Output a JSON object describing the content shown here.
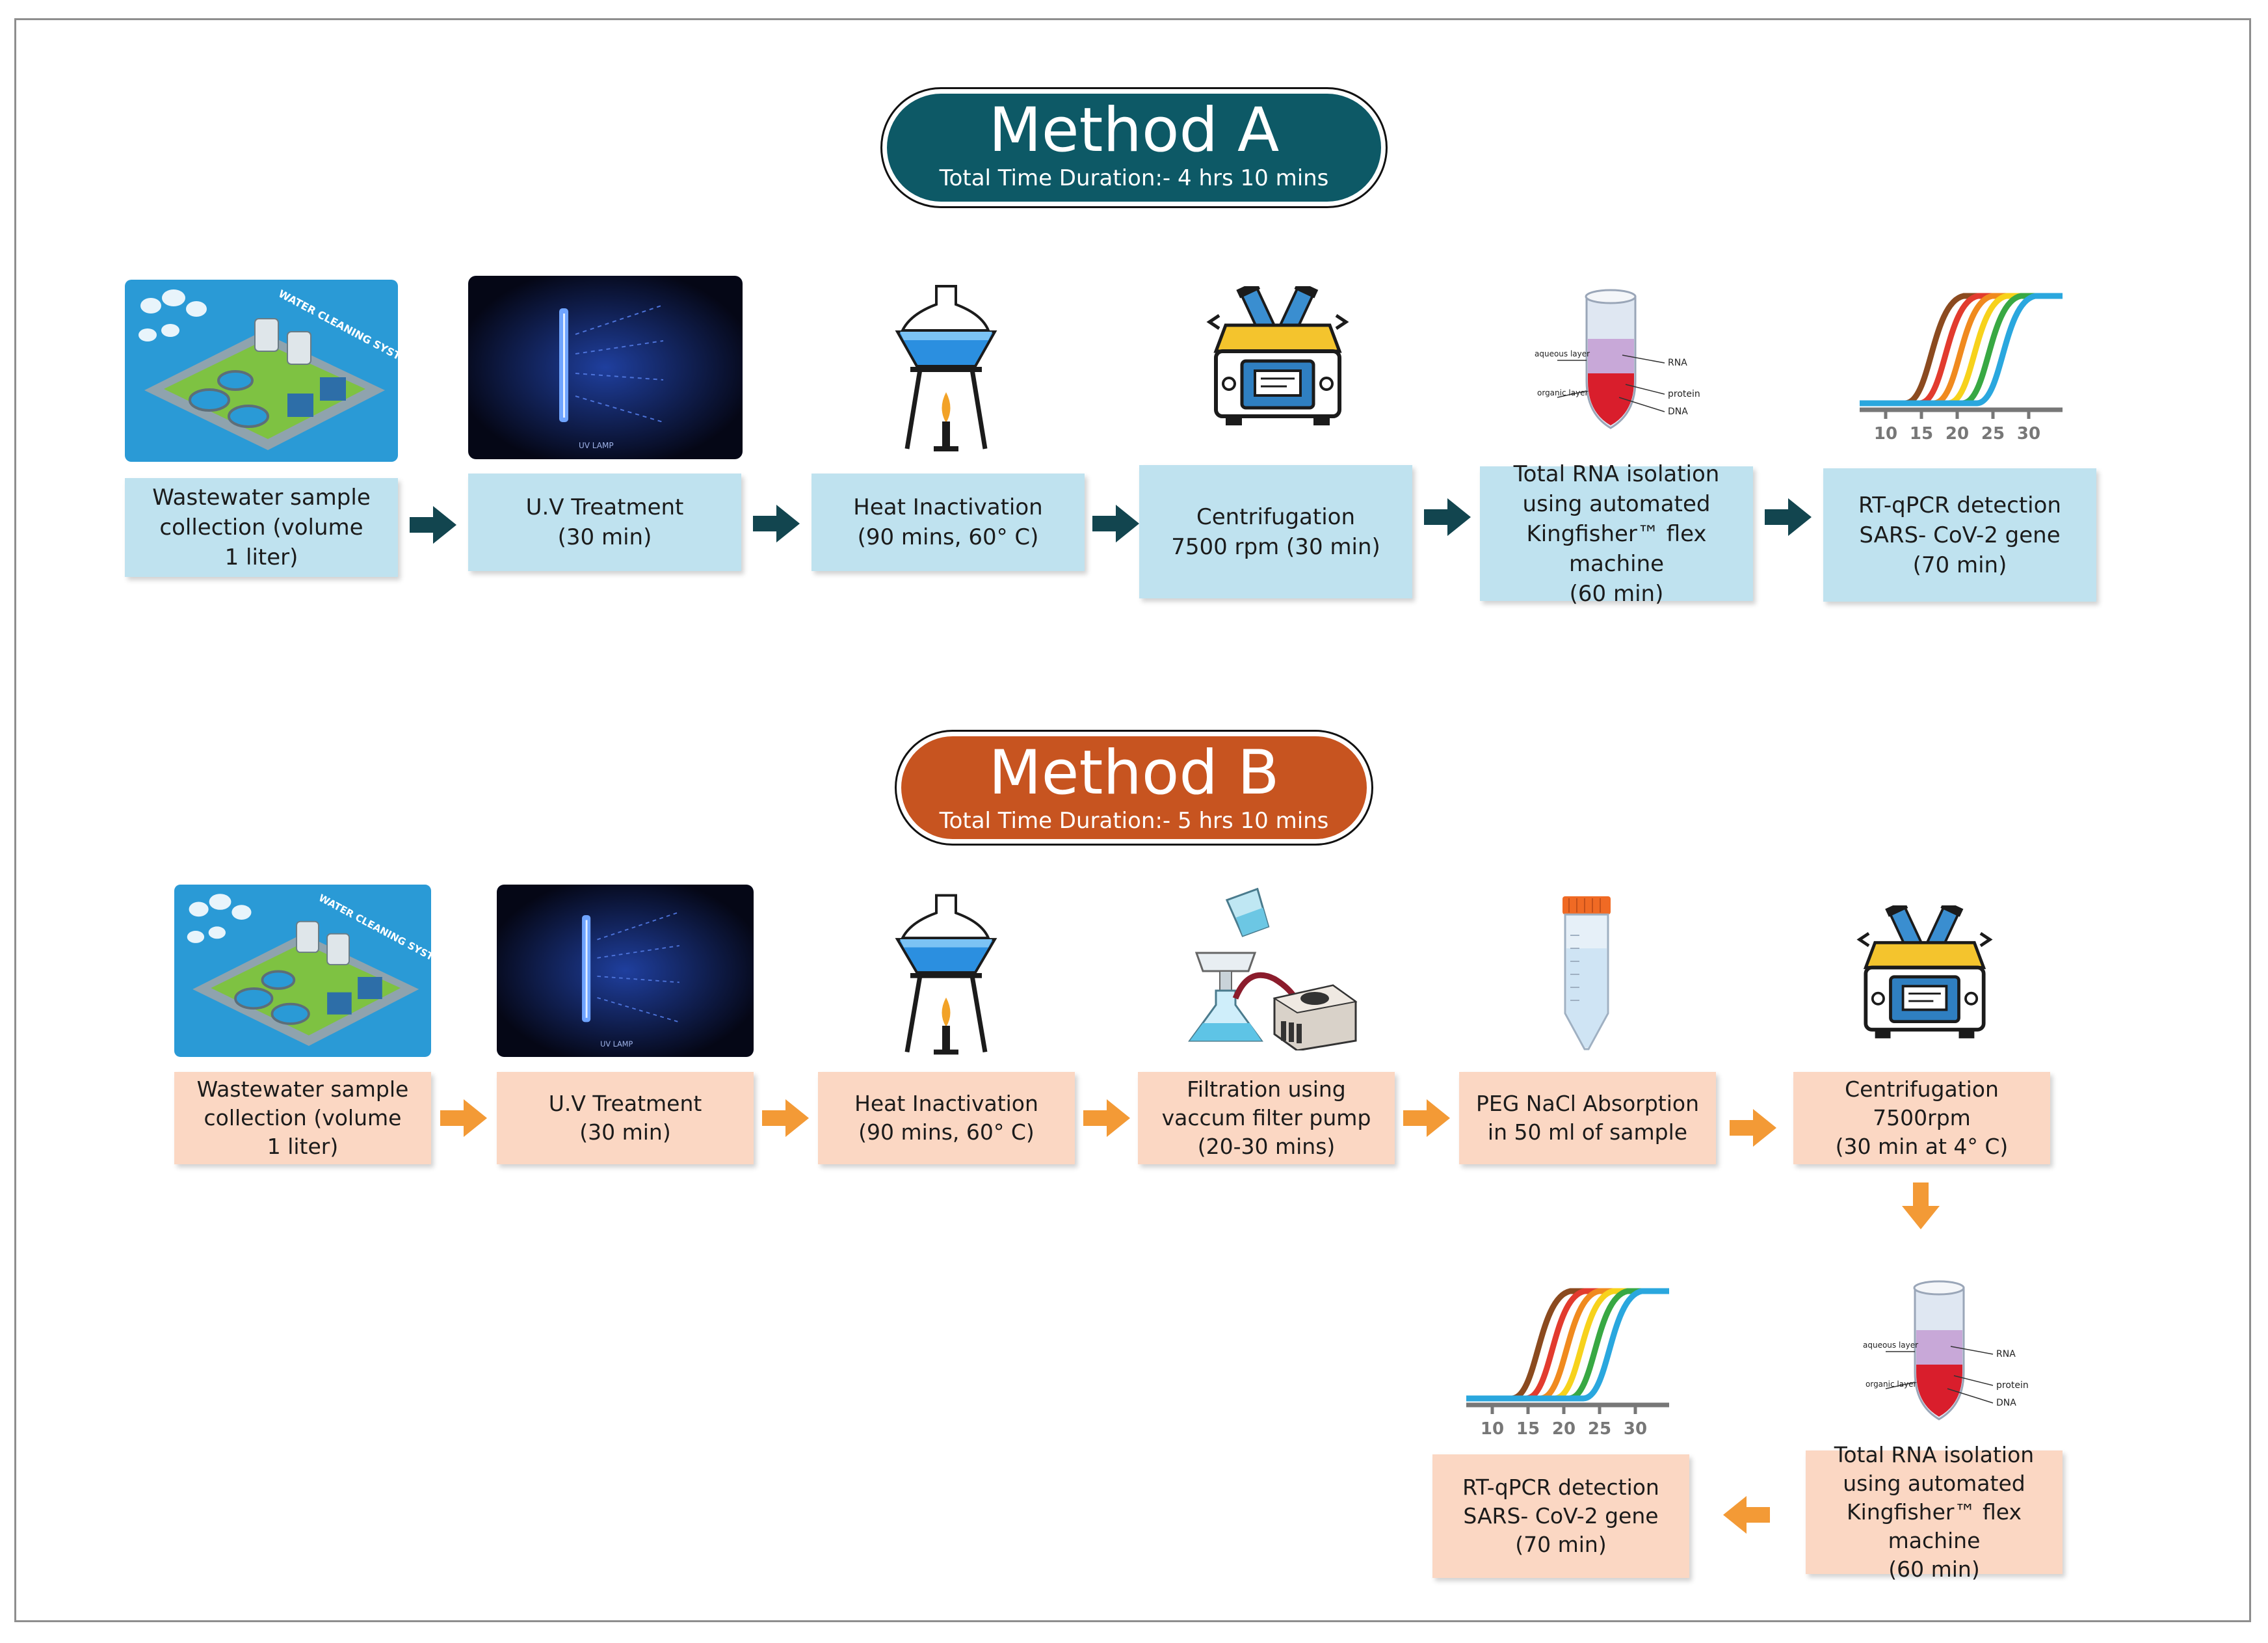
{
  "method_a": {
    "title": "Method A",
    "duration": "Total Time Duration:- 4 hrs 10 mins",
    "steps": [
      {
        "label": "Wastewater sample\ncollection (volume\n1 liter)"
      },
      {
        "label": "U.V Treatment\n(30 min)"
      },
      {
        "label": "Heat Inactivation\n(90 mins, 60° C)"
      },
      {
        "label": "Centrifugation\n7500 rpm (30 min)"
      },
      {
        "label": "Total RNA isolation\nusing automated\nKingfisher™ flex machine\n(60 min)"
      },
      {
        "label": "RT-qPCR detection\nSARS- CoV-2 gene\n(70 min)"
      }
    ]
  },
  "method_b": {
    "title": "Method B",
    "duration": "Total Time Duration:- 5 hrs 10 mins",
    "steps": [
      {
        "label": "Wastewater sample\ncollection (volume\n1 liter)"
      },
      {
        "label": "U.V Treatment\n(30 min)"
      },
      {
        "label": "Heat Inactivation\n(90 mins, 60° C)"
      },
      {
        "label": "Filtration using\nvaccum filter pump\n(20-30 mins)"
      },
      {
        "label": "PEG NaCl Absorption\nin 50 ml of sample"
      },
      {
        "label": "Centrifugation 7500rpm\n(30 min at 4° C)"
      },
      {
        "label": "Total RNA isolation\nusing automated\nKingfisher™ flex machine\n(60 min)"
      },
      {
        "label": "RT-qPCR detection\nSARS- CoV-2 gene\n(70 min)"
      }
    ]
  },
  "icons": {
    "tube_labels": {
      "aqueous": "aqueous\nlayer",
      "organic": "organic\nlayer",
      "rna": "RNA",
      "protein": "protein",
      "dna": "DNA"
    },
    "pcr_axis_ticks": [
      "10",
      "15",
      "20",
      "25",
      "30"
    ],
    "uv_caption": "UV LAMP",
    "plant_caption": "WATER CLEANING SYSTEMS"
  },
  "colors": {
    "method_a": "#0d5966",
    "method_b": "#c75420",
    "arrow_b": "#f39a36",
    "box_a": "#bfe2ef",
    "box_b": "#fbd7c3",
    "curves": [
      "#8b4a1f",
      "#e23b2e",
      "#f08a1e",
      "#f7d21b",
      "#38a843",
      "#2aa7de"
    ]
  }
}
